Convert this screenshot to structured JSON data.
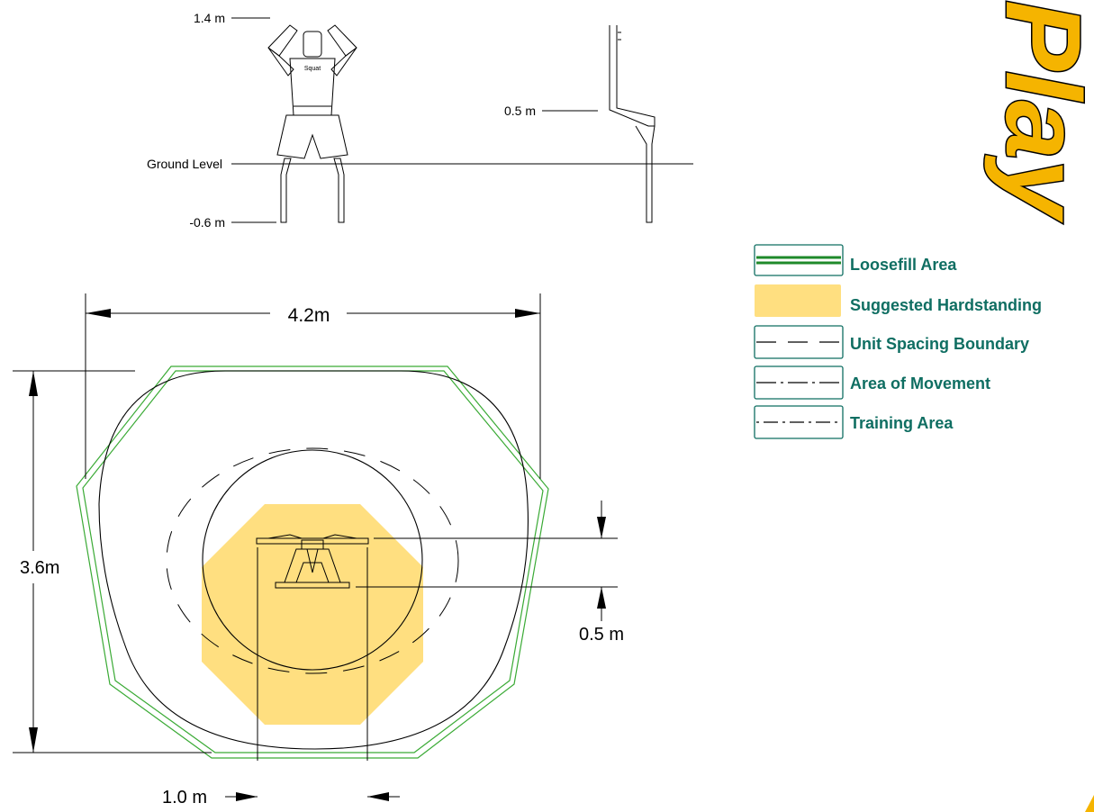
{
  "elevation": {
    "label_top": "1.4 m",
    "label_ground": "Ground Level",
    "label_bottom": "-0.6 m",
    "side_label": "0.5 m",
    "figure_shirt_text": "Squat"
  },
  "plan": {
    "width_dim": "4.2m",
    "depth_dim": "3.6m",
    "side_dim": "0.5 m",
    "bottom_dim": "1.0 m"
  },
  "legend": {
    "items": [
      {
        "label": "Loosefill Area"
      },
      {
        "label": "Suggested Hardstanding"
      },
      {
        "label": "Unit Spacing Boundary"
      },
      {
        "label": "Area of Movement"
      },
      {
        "label": "Training Area"
      }
    ]
  },
  "colors": {
    "legend_text": "#0f6e62",
    "loosefill": "#3aaa35",
    "loosefill_dark": "#1f8a2a",
    "hardstanding": "#ffdf80",
    "line": "#000000",
    "logo": "#f5b400"
  },
  "logo": {
    "text": "Play"
  }
}
